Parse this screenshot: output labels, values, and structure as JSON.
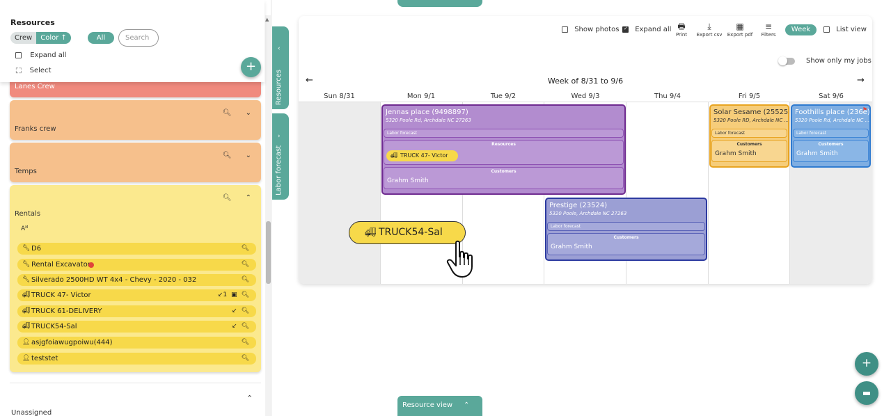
{
  "sidebar": {
    "title": "Resources",
    "toggle_crew": "Crew",
    "toggle_color": "Color",
    "all_label": "All",
    "search_placeholder": "Search",
    "expand_all": "Expand all",
    "select": "Select",
    "add_button": "+",
    "crews": [
      {
        "name": "Lanes Crew",
        "color": "#f08a7e"
      },
      {
        "name": "Franks crew",
        "color": "#f6c08c"
      },
      {
        "name": "Temps",
        "color": "#f6c08c"
      },
      {
        "name": "Rentals",
        "color": "#fbe98e"
      }
    ],
    "sort_icon": "A-Z sort",
    "rentals": [
      {
        "icon": "wrench-icon",
        "label": "D6",
        "extra": ""
      },
      {
        "icon": "wrench-icon",
        "label": "Rental Excavator",
        "extra": ""
      },
      {
        "icon": "wrench-icon",
        "label": "Silverado 2500HD WT 4x4 - Chevy - 2020 - 032",
        "extra": ""
      },
      {
        "icon": "truck-icon",
        "label": "TRUCK 47- Victor",
        "extra": "1"
      },
      {
        "icon": "truck-icon",
        "label": "TRUCK 61-DELIVERY",
        "extra": ""
      },
      {
        "icon": "truck-icon",
        "label": "TRUCK54-Sal",
        "extra": ""
      },
      {
        "icon": "person-icon",
        "label": "asjgfoiawugpoiwu(444)",
        "extra": ""
      },
      {
        "icon": "person-icon",
        "label": "teststet",
        "extra": ""
      }
    ],
    "unassigned": "Unassigned"
  },
  "side_tabs": {
    "resources": "Resources",
    "labor_forecast": "Labor forecast"
  },
  "toolbar": {
    "show_photos": "Show photos",
    "expand_all": "Expand all",
    "print": "Print",
    "export_csv": "Export csv",
    "export_pdf": "Export pdf",
    "filters": "Filters",
    "week": "Week",
    "list_view": "List view",
    "show_only_my_jobs": "Show only my jobs"
  },
  "calendar": {
    "week_title": "Week of 8/31 to 9/6",
    "days": [
      "Sun 8/31",
      "Mon 9/1",
      "Tue 9/2",
      "Wed 9/3",
      "Thu 9/4",
      "Fri 9/5",
      "Sat 9/6"
    ],
    "jobs": {
      "jennas": {
        "title": "Jennas place (9498897)",
        "address": "5320 Poole Rd, Archdale NC 27263",
        "labor_forecast": "Labor forecast",
        "resources_label": "Resources",
        "resource_chip": "TRUCK 47- Victor",
        "customers_label": "Customers",
        "customer": "Grahm Smith"
      },
      "prestige": {
        "title": "Prestige (23524)",
        "address": "5320 Poole, Archdale NC 27263",
        "labor_forecast": "Labor forecast",
        "customers_label": "Customers",
        "customer": "Grahm Smith"
      },
      "solar": {
        "title": "Solar Sesame (25525...",
        "address": "5320 Poole RD, Archdale NC ...",
        "labor_forecast": "Labor forecast",
        "customers_label": "Customers",
        "customer": "Grahm Smith"
      },
      "foothills": {
        "title": "Foothills place (236e)",
        "address": "5320 Poole Rd, Archdale NC ...",
        "labor_forecast": "Labor forecast",
        "customers_label": "Customers",
        "customer": "Grahm Smith"
      }
    }
  },
  "drag": {
    "label": "TRUCK54-Sal"
  },
  "bottom": {
    "resource_view": "Resource view"
  },
  "colors": {
    "accent": "#5aa89a",
    "purple": "#b28ccf",
    "blue_purple": "#9b9fd4",
    "orange_job": "#f6cd7a",
    "blue_job": "#7faee2",
    "yellow_chip": "#f7d94a"
  }
}
